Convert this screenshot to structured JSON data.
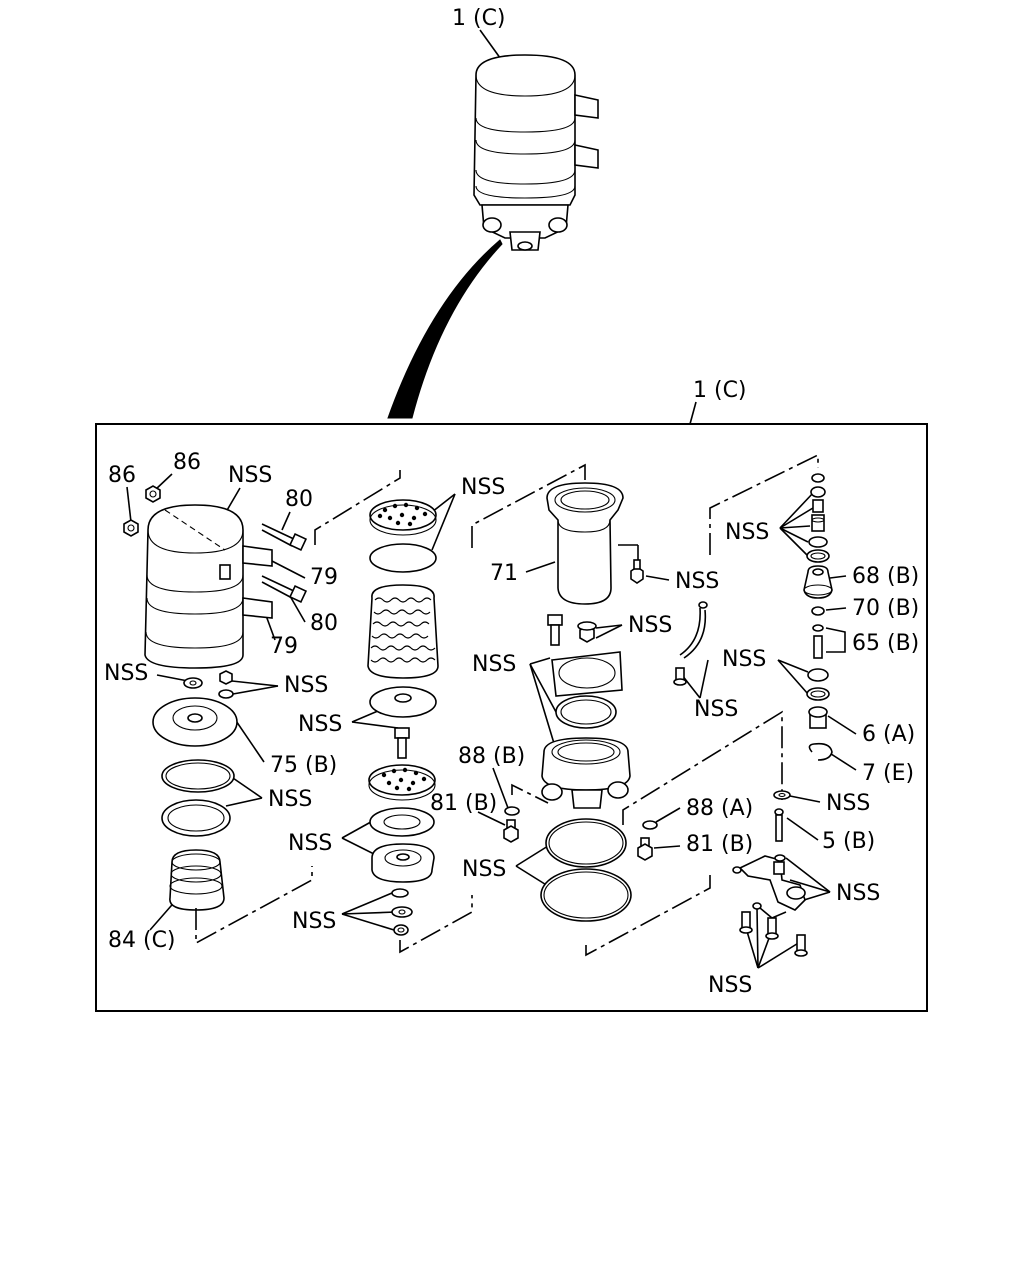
{
  "diagram": {
    "labels": {
      "top_assembly": "1 (C)",
      "frame_assembly": "1 (C)",
      "p86_a": "86",
      "p86_b": "86",
      "nss_cover": "NSS",
      "p80_a": "80",
      "p79_a": "79",
      "p80_b": "80",
      "p79_b": "79",
      "nss_washer": "NSS",
      "nss_nut": "NSS",
      "p75b": "75 (B)",
      "nss_rings": "NSS",
      "p84c": "84 (C)",
      "nss_filter_top": "NSS",
      "nss_filter_bottom": "NSS",
      "nss_filter_lower": "NSS",
      "nss_small": "NSS",
      "nss_bowl_top": "NSS",
      "p71": "71",
      "nss_bowl_bolt": "NSS",
      "nss_base_nut": "NSS",
      "nss_base_gaskets": "NSS",
      "nss_pipe": "NSS",
      "p88b": "88 (B)",
      "p81b_left": "81 (B)",
      "p88a": "88 (A)",
      "p81b_right": "81 (B)",
      "nss_lower_rings": "NSS",
      "nss_valve_top": "NSS",
      "p68b": "68 (B)",
      "p70b": "70 (B)",
      "p65b": "65 (B)",
      "nss_valve_mid": "NSS",
      "p6a": "6 (A)",
      "p7e": "7 (E)",
      "nss_washer_right": "NSS",
      "p5b": "5 (B)",
      "nss_bracket": "NSS",
      "nss_screws": "NSS"
    }
  }
}
